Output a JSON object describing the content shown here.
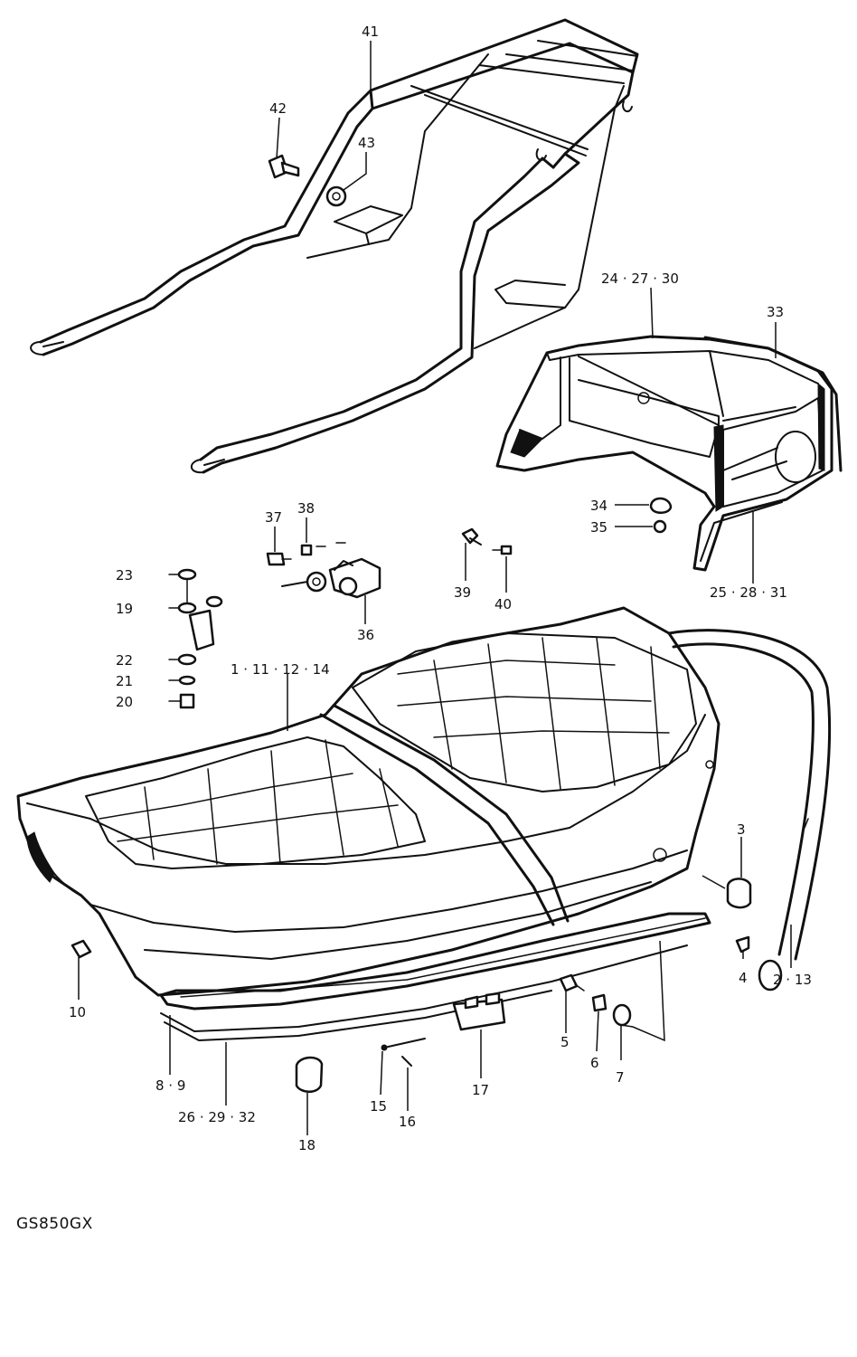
{
  "diagram": {
    "model_code": "GS850GX",
    "callouts": {
      "c41": "41",
      "c42": "42",
      "c43": "43",
      "c24_27_30": "24 · 27 · 30",
      "c33": "33",
      "c34": "34",
      "c35": "35",
      "c25_28_31": "25 · 28 · 31",
      "c37": "37",
      "c38": "38",
      "c36": "36",
      "c39": "39",
      "c40": "40",
      "c23": "23",
      "c19": "19",
      "c22": "22",
      "c21": "21",
      "c20": "20",
      "c1_11_12_14": "1 · 11 · 12 · 14",
      "c3": "3",
      "c4": "4",
      "c2_13": "2 · 13",
      "c10": "10",
      "c5": "5",
      "c6": "6",
      "c7": "7",
      "c8_9": "8 · 9",
      "c26_29_32": "26 · 29 · 32",
      "c15": "15",
      "c16": "16",
      "c17": "17",
      "c18": "18"
    }
  }
}
